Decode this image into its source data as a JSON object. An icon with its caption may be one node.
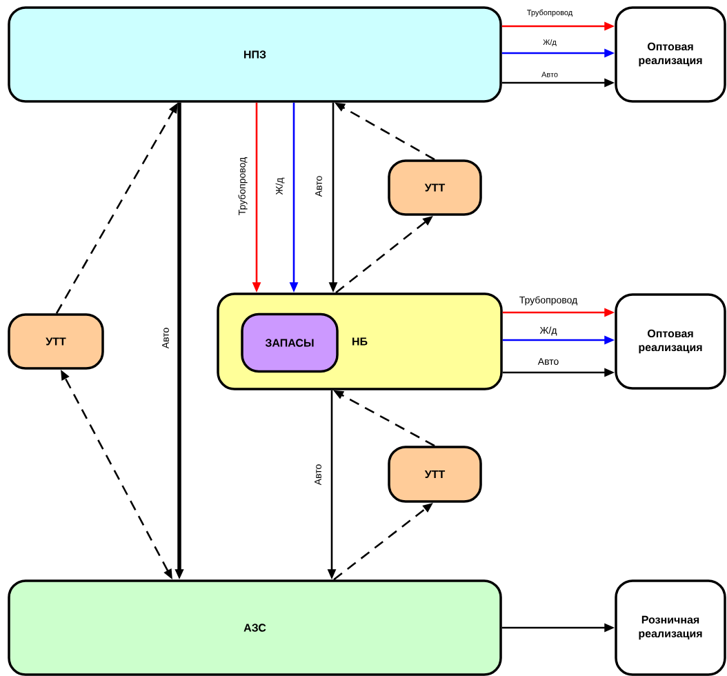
{
  "diagram": {
    "nodes": [
      {
        "text": [
          "НПЗ"
        ]
      },
      {
        "text": [
          "Оптовая реализация"
        ]
      },
      {
        "text": [
          "УТТ"
        ]
      },
      {
        "text": [
          "УТТ"
        ]
      },
      {
        "text": [
          "НБ"
        ]
      },
      {
        "text": [
          "ЗАПАСЫ"
        ],
        "in": 4
      },
      {
        "text": [
          "Оптовая реализация"
        ]
      },
      {
        "text": [
          "УТТ"
        ]
      },
      {
        "text": [
          "АЗС"
        ]
      },
      {
        "text": [
          "Розничная реализация"
        ]
      }
    ],
    "edges": [
      {
        "from": 0,
        "to": 1,
        "arrow": "to",
        "label": "Трубопровод",
        "color": "#ff0000"
      },
      {
        "from": 0,
        "to": 1,
        "arrow": "to",
        "label": "Ж/д",
        "color": "#0000ff"
      },
      {
        "from": 0,
        "to": 1,
        "arrow": "to",
        "label": "Авто"
      },
      {
        "from": 0,
        "to": 8,
        "arrow": "to",
        "label": "Авто",
        "style": "thick"
      },
      {
        "from": 0,
        "to": 4,
        "arrow": "to",
        "label": "Трубопровод",
        "color": "#ff0000"
      },
      {
        "from": 0,
        "to": 4,
        "arrow": "to",
        "label": "Ж/д",
        "color": "#0000ff"
      },
      {
        "from": 0,
        "to": 4,
        "arrow": "to",
        "label": "Авто"
      },
      {
        "from": 2,
        "to": 0,
        "arrow": "to",
        "style": "dashed"
      },
      {
        "from": 4,
        "to": 2,
        "arrow": "to",
        "style": "dashed"
      },
      {
        "from": 3,
        "to": 0,
        "arrow": "to",
        "style": "dashed"
      },
      {
        "from": 8,
        "to": 3,
        "arrow": "both",
        "style": "dashed"
      },
      {
        "from": 4,
        "to": 6,
        "arrow": "to",
        "label": "Трубопровод",
        "color": "#ff0000"
      },
      {
        "from": 4,
        "to": 6,
        "arrow": "to",
        "label": "Ж/д",
        "color": "#0000ff"
      },
      {
        "from": 4,
        "to": 6,
        "arrow": "to",
        "label": "Авто"
      },
      {
        "from": 4,
        "to": 8,
        "arrow": "to",
        "label": "Авто"
      },
      {
        "from": 7,
        "to": 4,
        "arrow": "to",
        "style": "dashed"
      },
      {
        "from": 8,
        "to": 7,
        "arrow": "to",
        "style": "dashed"
      },
      {
        "from": 8,
        "to": 9,
        "arrow": "to"
      }
    ]
  }
}
